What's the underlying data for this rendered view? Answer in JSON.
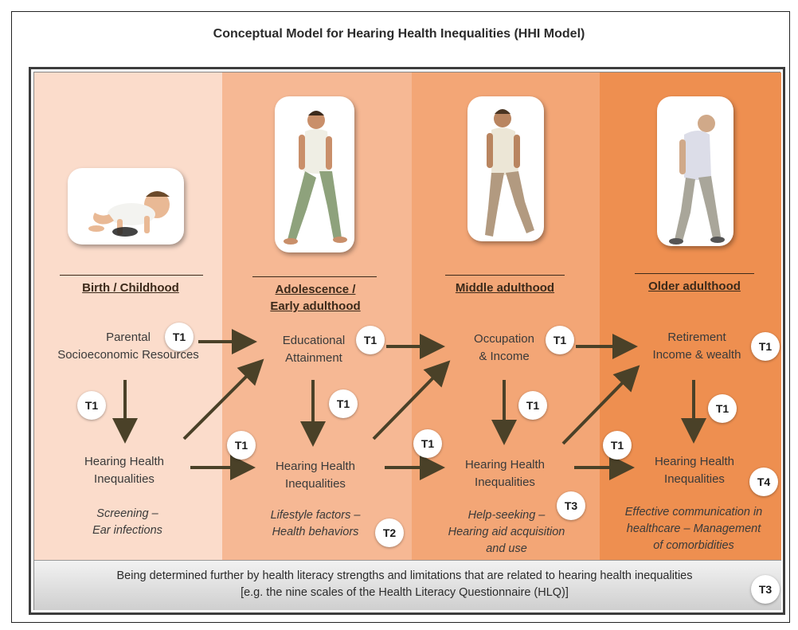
{
  "title": "Conceptual Model for Hearing Health Inequalities (HHI Model)",
  "stages": [
    {
      "label": "Birth / Childhood",
      "line2": ""
    },
    {
      "label": "Adolescence /",
      "line2": "Early adulthood"
    },
    {
      "label": "Middle adulthood",
      "line2": ""
    },
    {
      "label": "Older adulthood",
      "line2": ""
    }
  ],
  "factors": [
    {
      "l1": "Parental",
      "l2": "Socioeconomic Resources"
    },
    {
      "l1": "Educational",
      "l2": "Attainment"
    },
    {
      "l1": "Occupation",
      "l2": "& Income"
    },
    {
      "l1": "Retirement",
      "l2": "Income & wealth"
    }
  ],
  "hhi": {
    "l1": "Hearing Health",
    "l2": "Inequalities"
  },
  "notes": [
    {
      "l1": "Screening –",
      "l2": "Ear infections",
      "l3": ""
    },
    {
      "l1": "Lifestyle factors –",
      "l2": "Health behaviors",
      "l3": ""
    },
    {
      "l1": "Help-seeking –",
      "l2": "Hearing aid acquisition",
      "l3": "and use"
    },
    {
      "l1": "Effective communication in",
      "l2": "healthcare – Management",
      "l3": "of comorbidities"
    }
  ],
  "badges": {
    "t1": "T1",
    "t2": "T2",
    "t3": "T3",
    "t4": "T4"
  },
  "footer": {
    "line1": "Being determined further by health literacy strengths and limitations that are related to hearing health inequalities",
    "line2": "[e.g. the nine scales of the Health Literacy Questionnaire (HLQ)]"
  },
  "colors": {
    "col1": "#fbdccb",
    "col2": "#f6b894",
    "col3": "#f3a676",
    "col4": "#ee8f50",
    "arrow": "#4a4128"
  },
  "images": [
    "crawling-baby",
    "walking-young-man",
    "walking-middle-aged-man",
    "stooped-older-man"
  ]
}
